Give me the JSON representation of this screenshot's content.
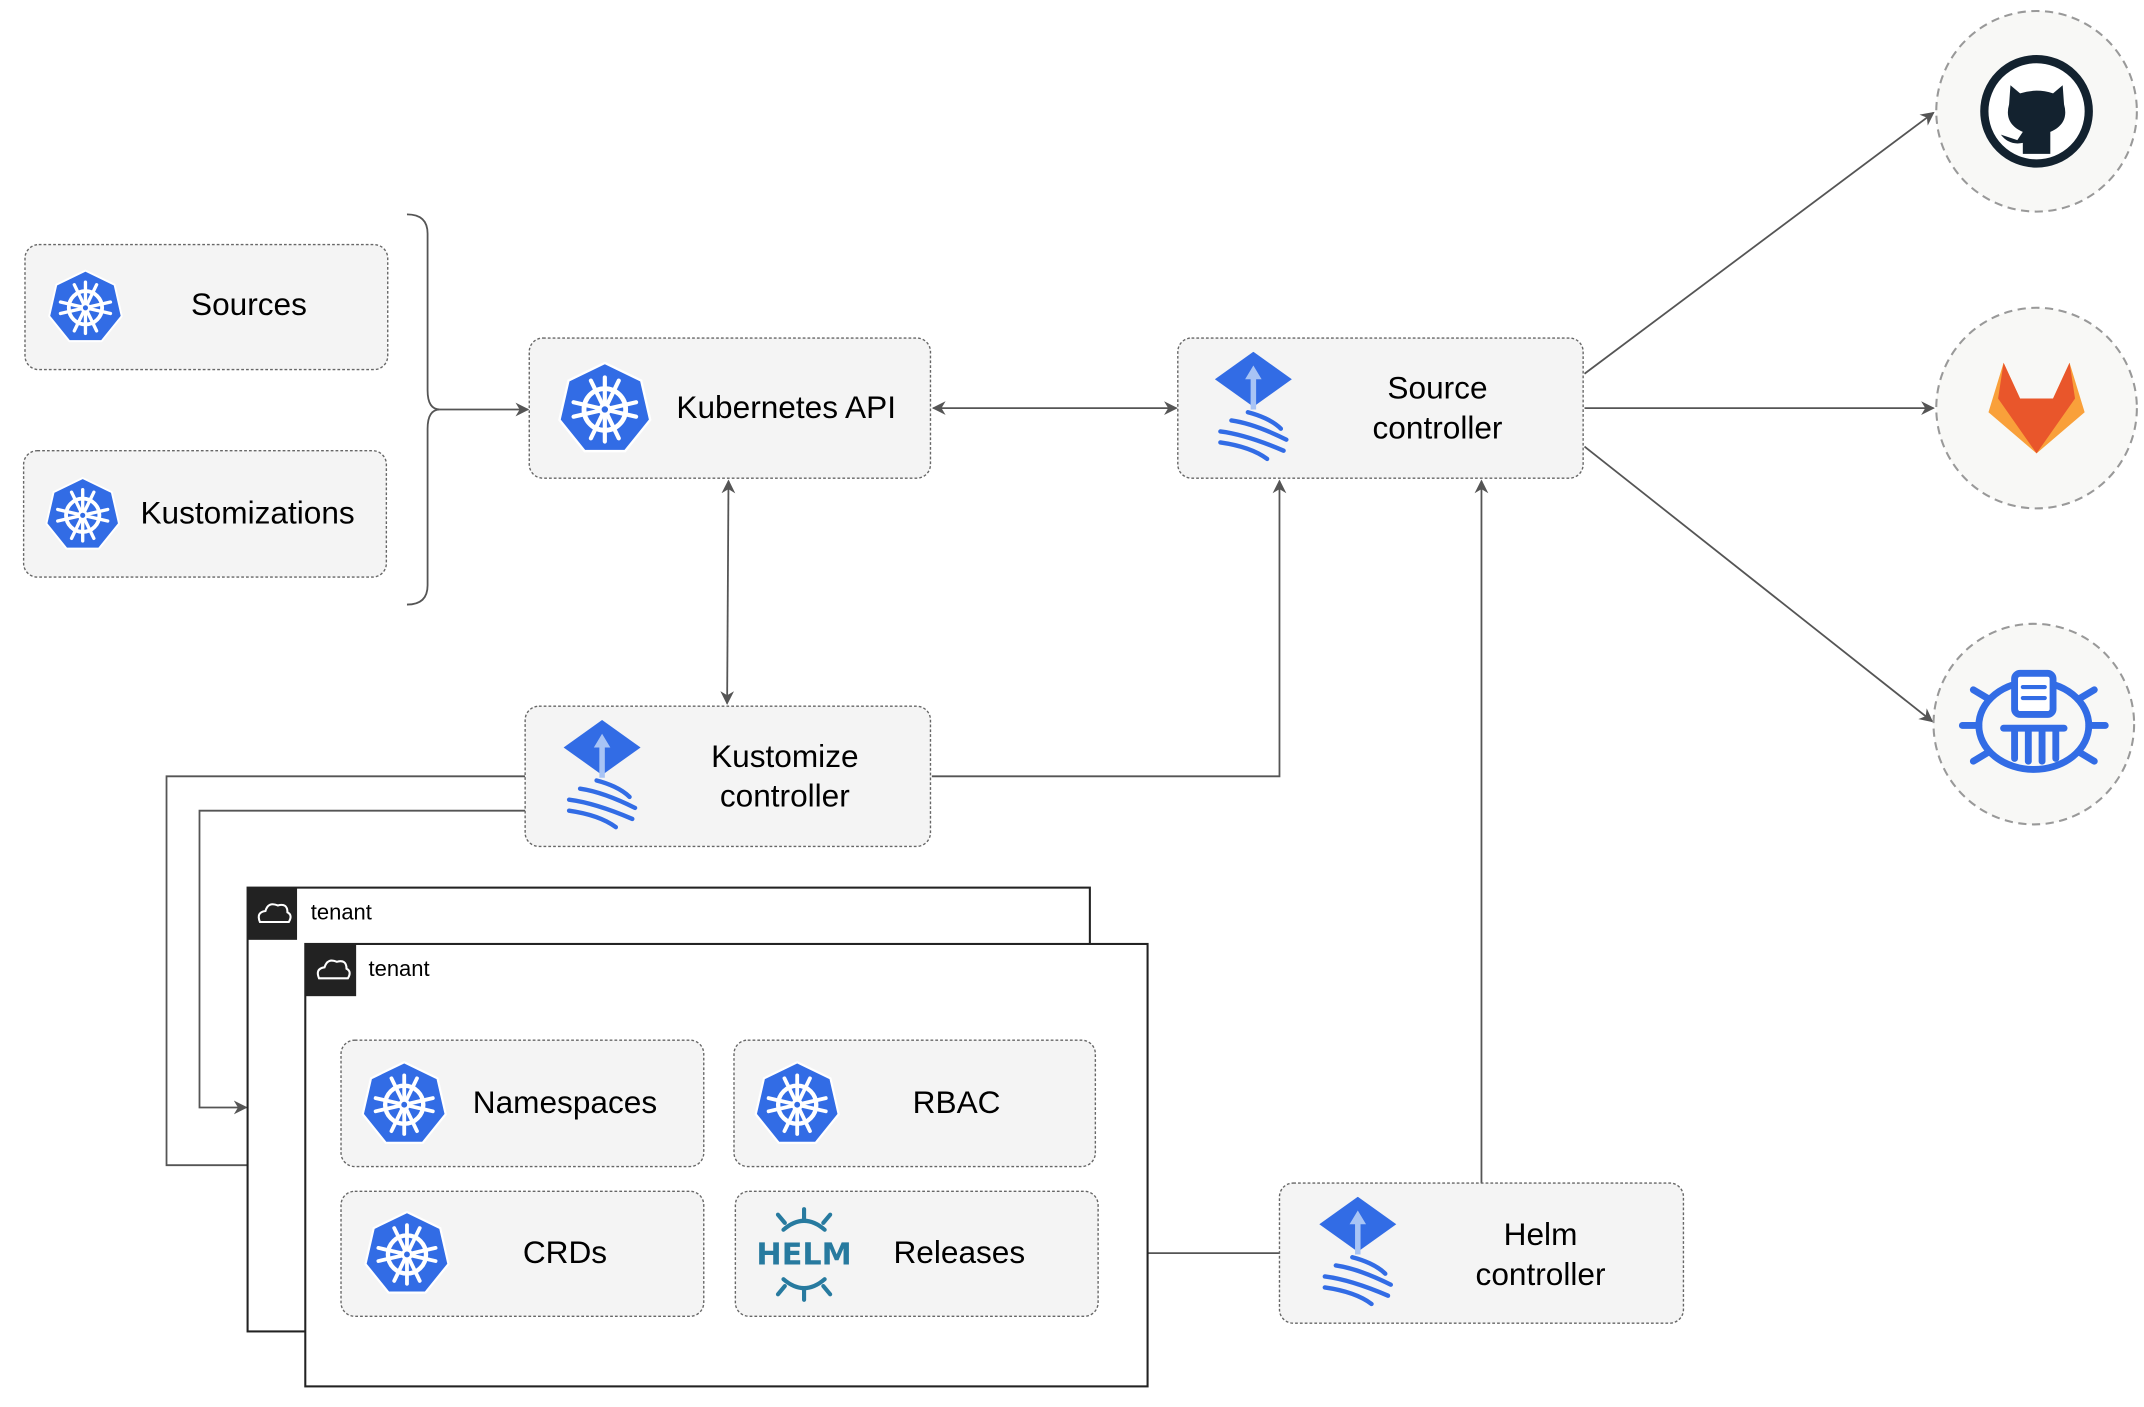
{
  "resources": {
    "sources": "Sources",
    "kustomizations": "Kustomizations"
  },
  "components": {
    "kubernetes_api": "Kubernetes API",
    "source_controller": [
      "Source",
      "controller"
    ],
    "kustomize_controller": [
      "Kustomize",
      "controller"
    ],
    "helm_controller": [
      "Helm",
      "controller"
    ]
  },
  "external_sources": [
    {
      "icon": "github-icon"
    },
    {
      "icon": "gitlab-icon"
    },
    {
      "icon": "bucket-icon"
    }
  ],
  "tenants": [
    {
      "label": "tenant",
      "icon": "cloud-icon"
    },
    {
      "label": "tenant",
      "icon": "cloud-icon"
    }
  ],
  "tenant_resources": {
    "namespaces": "Namespaces",
    "rbac": "RBAC",
    "crds": "CRDs",
    "releases": "Releases",
    "helm_logo": "HELM"
  },
  "colors": {
    "kubernetes_blue": "#326ce5",
    "helm_blue": "#277a9f",
    "github_dark": "#13222f",
    "gitlab_orange": "#e9562b",
    "gitlab_yellow": "#f9a03a"
  }
}
